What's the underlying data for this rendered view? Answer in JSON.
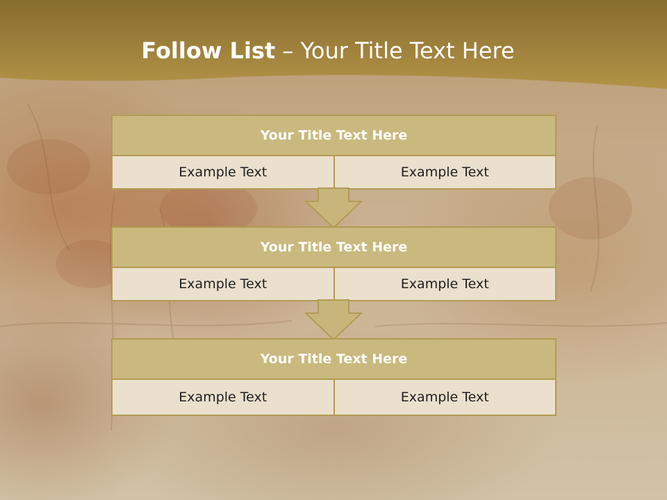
{
  "header": {
    "title_bold": "Follow List",
    "title_rest": " – Your Title Text Here"
  },
  "steps": [
    {
      "title": "Your Title Text Here",
      "left": "Example Text",
      "right": "Example Text"
    },
    {
      "title": "Your Title Text Here",
      "left": "Example Text",
      "right": "Example Text"
    },
    {
      "title": "Your Title Text Here",
      "left": "Example Text",
      "right": "Example Text"
    }
  ],
  "colors": {
    "header_band": "#a4883a",
    "box_title_bg": "#cab97e",
    "box_cell_bg": "#eae0cd",
    "box_border": "#b29b52",
    "arrow_fill": "#c8b57b"
  }
}
